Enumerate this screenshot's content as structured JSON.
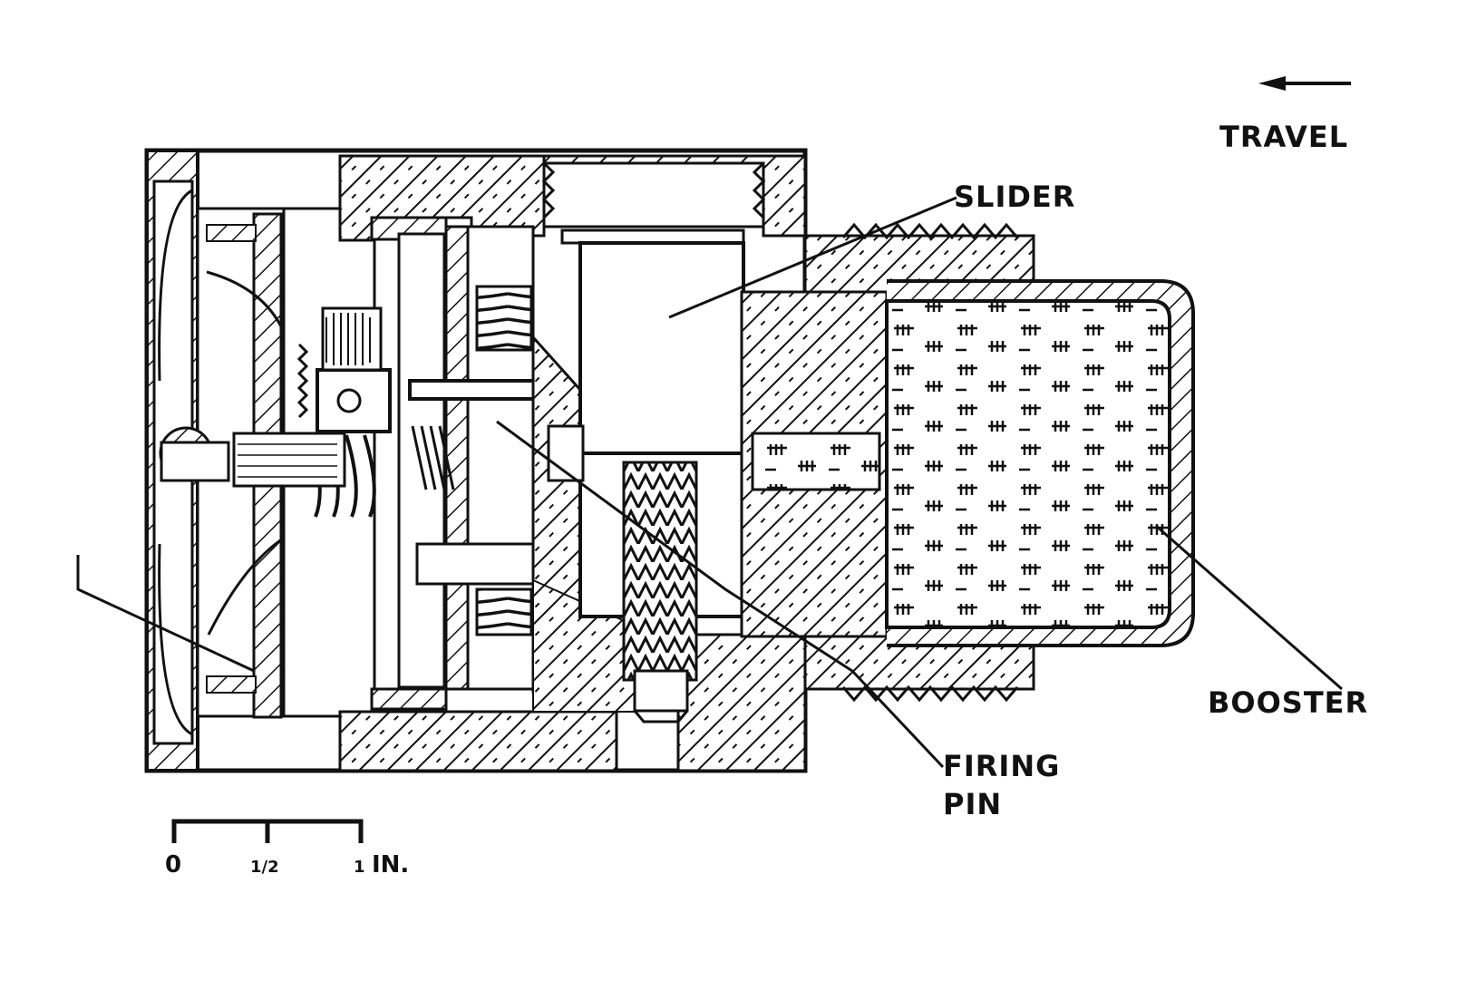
{
  "labels": {
    "travel": "TRAVEL",
    "slider": "SLIDER",
    "booster": "BOOSTER",
    "firing_pin_line1": "FIRING",
    "firing_pin_line2": "PIN"
  },
  "scale": {
    "tick_0": "0",
    "tick_1": "1/2",
    "tick_2": "1",
    "unit": "IN."
  },
  "icons": {
    "travel_arrow": "arrow-left-icon"
  }
}
